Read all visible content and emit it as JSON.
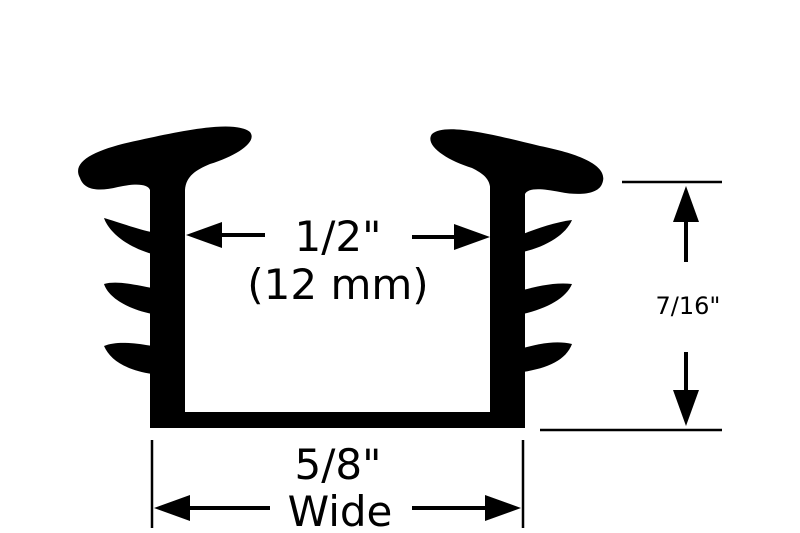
{
  "labels": {
    "inner_width": "1/2\"",
    "inner_width_metric": "(12 mm)",
    "height": "7/16\"",
    "outer_width": "5/8\"",
    "outer_width_word": "Wide"
  },
  "colors": {
    "profile": "#000000",
    "background": "#ffffff"
  }
}
